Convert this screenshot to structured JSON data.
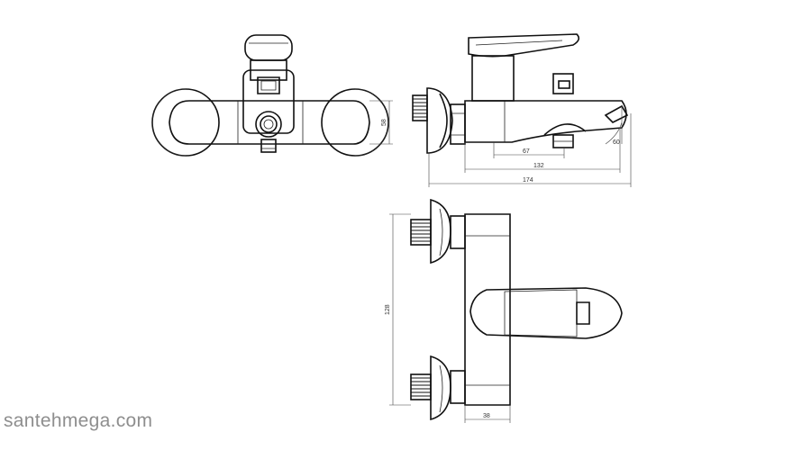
{
  "dimensions": {
    "front_height": "58",
    "side_outlet": "67",
    "side_mid": "132",
    "side_total": "174",
    "side_angle": "60",
    "top_height": "128",
    "top_depth": "38"
  },
  "watermark": "santehmega.com"
}
